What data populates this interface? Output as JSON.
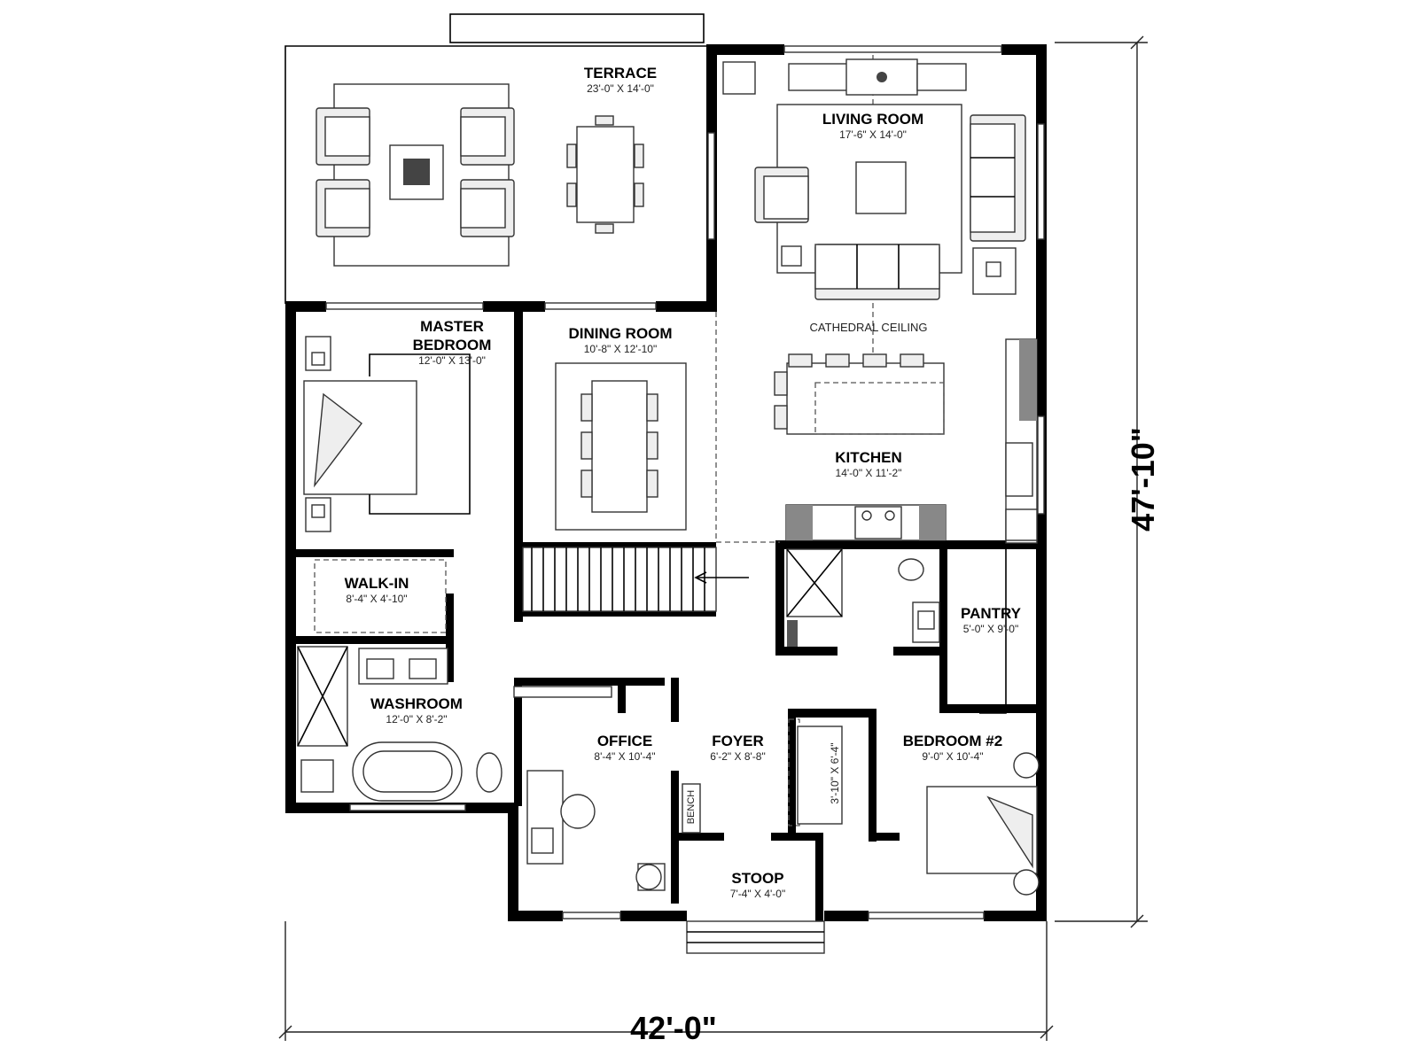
{
  "rooms": {
    "terrace": {
      "name": "TERRACE",
      "dims": "23'-0\" X 14'-0\""
    },
    "living_room": {
      "name": "LIVING ROOM",
      "dims": "17'-6\" X 14'-0\""
    },
    "master_bedroom": {
      "name_line1": "MASTER",
      "name_line2": "BEDROOM",
      "dims": "12'-0\" X 13'-0\""
    },
    "dining_room": {
      "name": "DINING ROOM",
      "dims": "10'-8\" X 12'-10\""
    },
    "kitchen": {
      "name": "KITCHEN",
      "dims": "14'-0\" X 11'-2\""
    },
    "walk_in": {
      "name": "WALK-IN",
      "dims": "8'-4\" X 4'-10\""
    },
    "pantry": {
      "name": "PANTRY",
      "dims": "5'-0\" X 9'-0\""
    },
    "washroom": {
      "name": "WASHROOM",
      "dims": "12'-0\" X 8'-2\""
    },
    "office": {
      "name": "OFFICE",
      "dims": "8'-4\" X 10'-4\""
    },
    "foyer": {
      "name": "FOYER",
      "dims": "6'-2\" X 8'-8\""
    },
    "bedroom2": {
      "name": "BEDROOM #2",
      "dims": "9'-0\" X 10'-4\""
    },
    "stoop": {
      "name": "STOOP",
      "dims": "7'-4\" X 4'-0\""
    },
    "closet": {
      "dims": "3'-10\" X 6'-4\""
    }
  },
  "notes": {
    "cathedral_ceiling": "CATHEDRAL CEILING",
    "bench": "BENCH"
  },
  "overall": {
    "width": "42'-0\"",
    "depth": "47'-10\""
  }
}
